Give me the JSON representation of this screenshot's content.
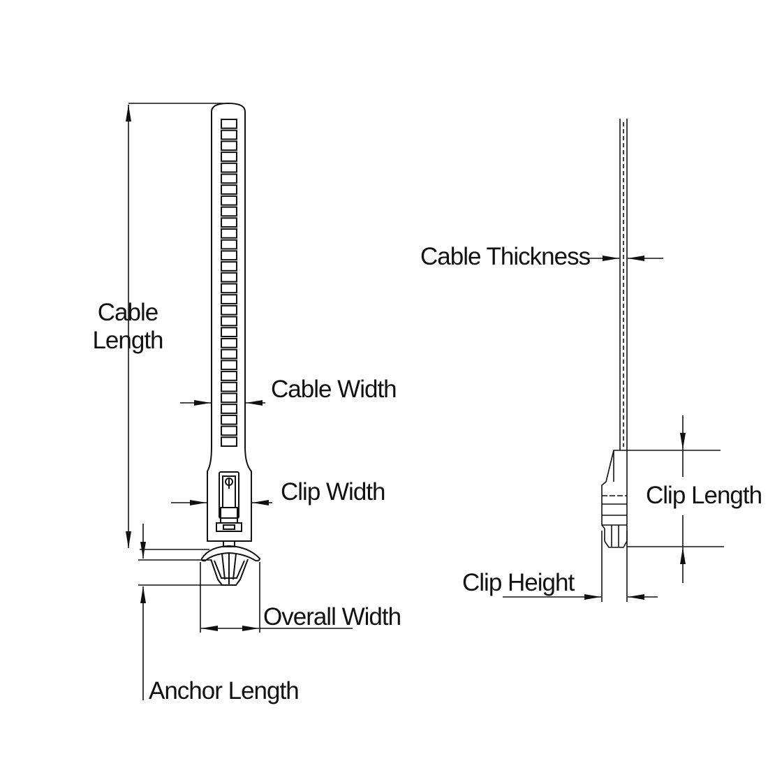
{
  "labels": {
    "cable_length": [
      "Cable",
      "Length"
    ],
    "cable_width": "Cable Width",
    "clip_width": "Clip Width",
    "overall_width": "Overall Width",
    "anchor_length": "Anchor Length",
    "cable_thickness": "Cable Thickness",
    "clip_length": "Clip Length",
    "clip_height": "Clip Height"
  },
  "colors": {
    "line": "#111111",
    "background": "#ffffff"
  },
  "strap_slot_count": 30
}
